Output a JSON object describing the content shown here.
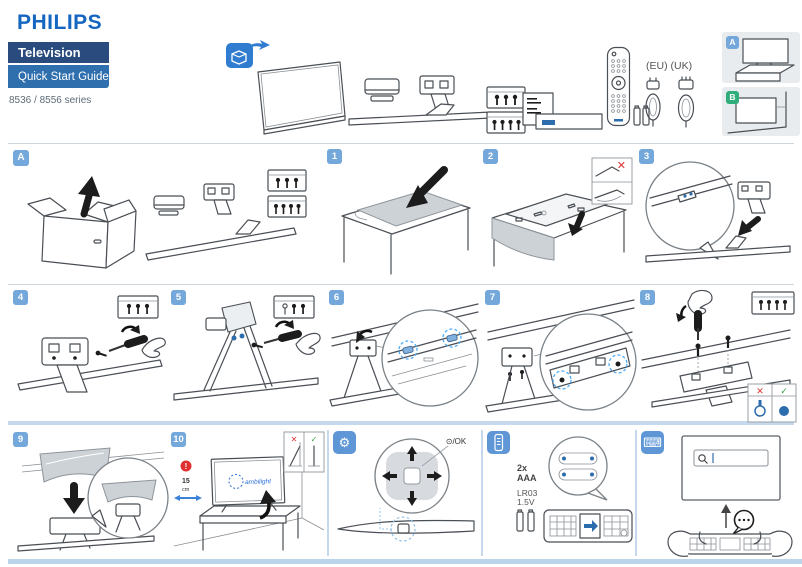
{
  "header": {
    "brand": "PHILIPS",
    "product": "Television",
    "doc_title": "Quick Start Guide",
    "series": "8536 / 8556 series"
  },
  "parts_overview": {
    "region_label": "(EU) (UK)",
    "mount_options": [
      {
        "label": "A"
      },
      {
        "label": "B"
      }
    ]
  },
  "assembly": {
    "section_label": "A",
    "steps": [
      {
        "num": "1"
      },
      {
        "num": "2"
      },
      {
        "num": "3"
      },
      {
        "num": "4"
      },
      {
        "num": "5"
      },
      {
        "num": "6"
      },
      {
        "num": "7"
      },
      {
        "num": "8"
      },
      {
        "num": "9"
      },
      {
        "num": "10"
      }
    ]
  },
  "placement": {
    "warning_mark": "!",
    "distance_value": "15",
    "distance_unit": "cm",
    "screen_logo": "ambilight"
  },
  "controls": {
    "joystick_label": "⊙/OK"
  },
  "batteries": {
    "count": "2x",
    "size": "AAA",
    "type": "LR03",
    "voltage": "1.5V"
  },
  "icons": {
    "gear": "⚙",
    "keyboard": "⌨",
    "cross": "✕",
    "check": "✓"
  },
  "colors": {
    "brand_blue": "#1566c0",
    "band_dark_blue": "#2a4b7e",
    "band_light_blue": "#2f6fae",
    "badge_blue": "#74a7da",
    "badge_green": "#2fae7c",
    "icon_square_blue": "#5f97d6",
    "unbox_blue": "#2f7cd0",
    "error_red": "#e03131",
    "success_green": "#2f9e44",
    "highlight_blue": "#4dabf7",
    "ambilight_blue": "#2b6fd6",
    "footer_blue": "#bcd4ea"
  }
}
